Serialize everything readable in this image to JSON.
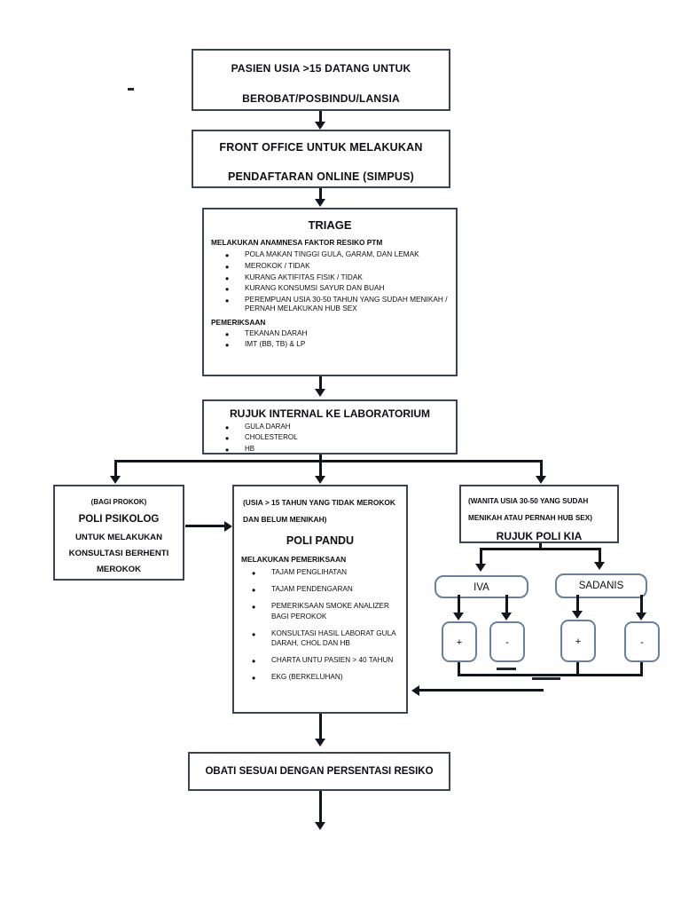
{
  "diagram": {
    "title": "Alur Pelayanan Pasien PTM",
    "colors": {
      "box_border": "#3a4456",
      "rounded_border": "#6a7e9e",
      "line": "#11151d",
      "background": "#ffffff",
      "text": "#0d0f14"
    }
  },
  "nodes": {
    "pasien": {
      "line1": "PASIEN USIA >15 DATANG UNTUK",
      "line2": "BEROBAT/POSBINDU/LANSIA"
    },
    "front_office": {
      "line1": "FRONT OFFICE UNTUK MELAKUKAN",
      "line2": "PENDAFTARAN ONLINE (SIMPUS)"
    },
    "triage": {
      "heading": "TRIAGE",
      "subheading": "MELAKUKAN ANAMNESA FAKTOR RESIKO PTM",
      "items": [
        "POLA MAKAN TINGGI GULA, GARAM, DAN LEMAK",
        "MEROKOK / TIDAK",
        "KURANG AKTIFITAS FISIK / TIDAK",
        "KURANG KONSUMSI SAYUR DAN BUAH",
        "PEREMPUAN USIA 30-50 TAHUN YANG SUDAH MENIKAH / PERNAH MELAKUKAN HUB SEX"
      ],
      "subheading2": "PEMERIKSAAN",
      "items2": [
        "TEKANAN DARAH",
        "IMT (BB, TB) & LP"
      ]
    },
    "laboratorium": {
      "heading": "RUJUK INTERNAL KE LABORATORIUM",
      "items": [
        "GULA DARAH",
        "CHOLESTEROL",
        "HB"
      ]
    },
    "poli_psikolog": {
      "condition": "(BAGI PROKOK)",
      "heading": "POLI PSIKOLOG",
      "line1": "UNTUK MELAKUKAN",
      "line2": "KONSULTASI BERHENTI",
      "line3": "MEROKOK"
    },
    "poli_pandu": {
      "condition_line1": "(USIA > 15 TAHUN YANG TIDAK MEROKOK",
      "condition_line2": "DAN BELUM MENIKAH)",
      "heading": "POLI PANDU",
      "subheading": "MELAKUKAN PEMERIKSAAN",
      "items": [
        "TAJAM PENGLIHATAN",
        "TAJAM PENDENGARAN",
        "PEMERIKSAAN SMOKE ANALIZER BAGI PEROKOK",
        "KONSULTASI HASIL LABORAT GULA DARAH, CHOL DAN HB",
        "CHARTA UNTU PASIEN > 40 TAHUN",
        "EKG (BERKELUHAN)"
      ]
    },
    "rujuk_poli_kia": {
      "condition_line1": "(WANITA USIA 30-50 YANG SUDAH",
      "condition_line2": "MENIKAH ATAU PERNAH HUB SEX)",
      "heading": "RUJUK POLI KIA"
    },
    "iva": {
      "label": "IVA",
      "positive": "+",
      "negative": "-"
    },
    "sadanis": {
      "label": "SADANIS",
      "positive": "+",
      "negative": "-"
    },
    "obati": {
      "label": "OBATI SESUAI DENGAN PERSENTASI RESIKO"
    }
  }
}
